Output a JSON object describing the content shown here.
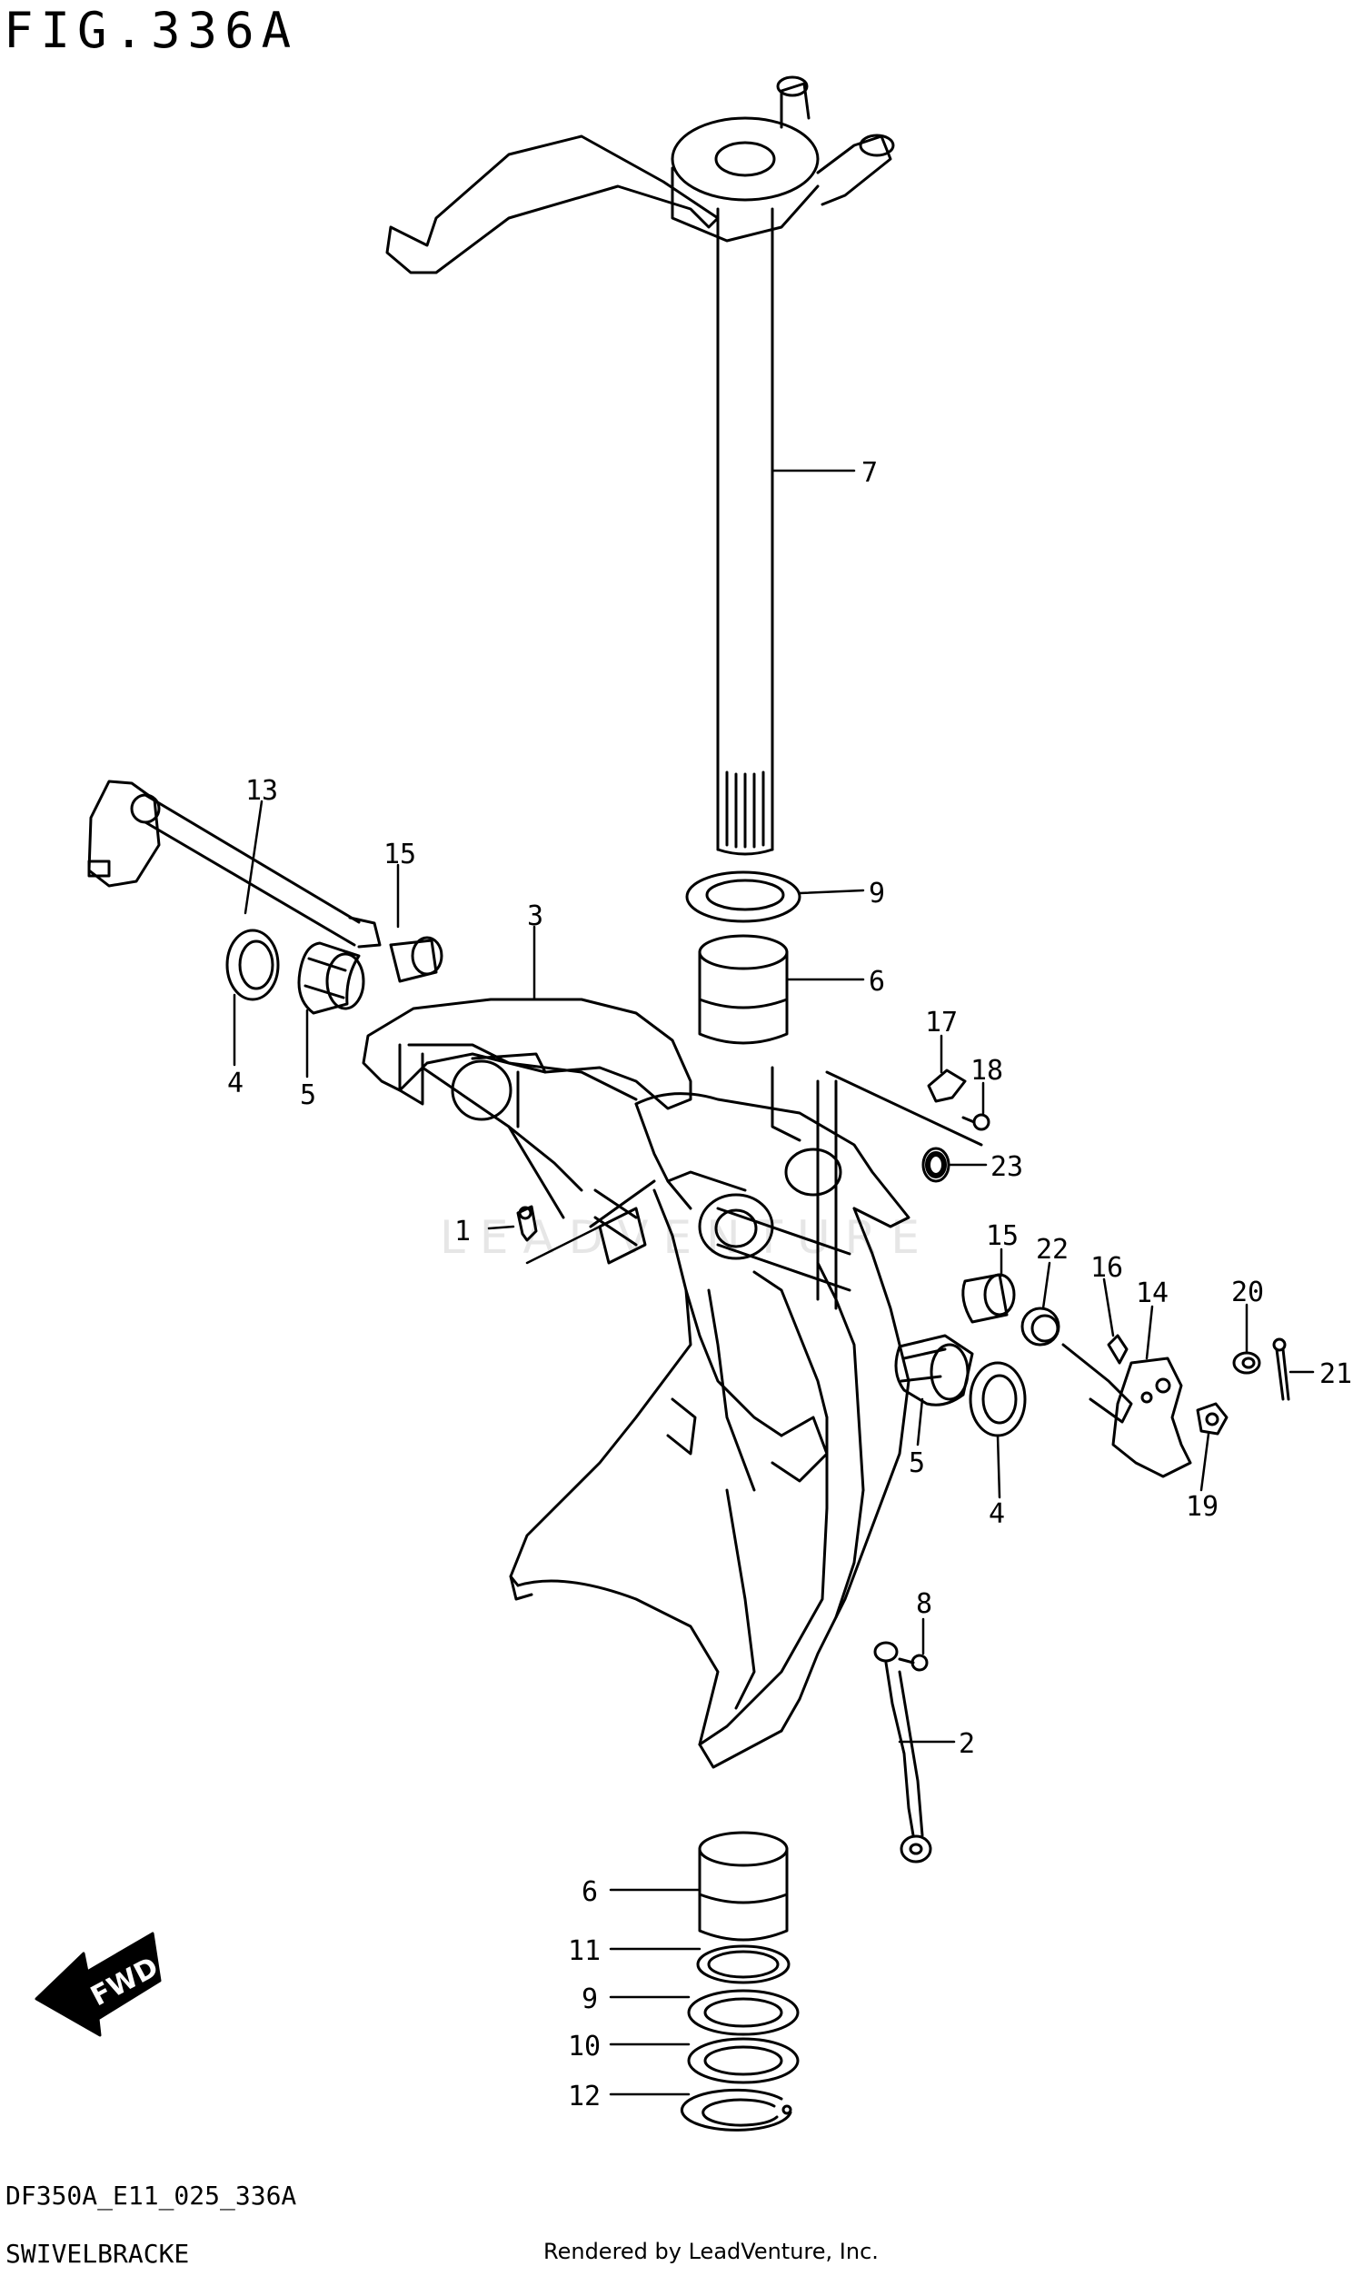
{
  "figure": {
    "title": "FIG.336A",
    "code": "DF350A_E11_025_336A",
    "name": "SWIVELBRACKE",
    "credit": "Rendered by LeadVenture, Inc.",
    "watermark": "LEADVENTURE"
  },
  "fwd_label": "FWD",
  "callouts": [
    "7",
    "13",
    "15",
    "3",
    "9",
    "6",
    "4",
    "5",
    "17",
    "18",
    "23",
    "1",
    "15",
    "22",
    "16",
    "14",
    "20",
    "21",
    "5",
    "4",
    "19",
    "8",
    "2",
    "6",
    "11",
    "9",
    "10",
    "12"
  ]
}
